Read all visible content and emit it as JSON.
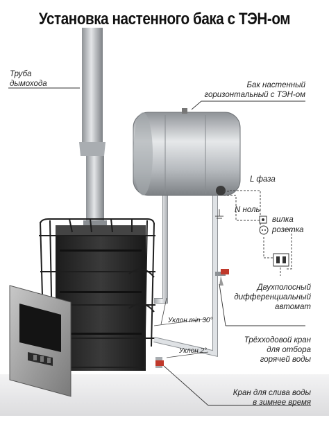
{
  "title": "Установка настенного бака с ТЭН-ом",
  "labels": {
    "chimney": "Труба\nдымохода",
    "tank": "Бак настенный\nгоризонтальный с ТЭН-ом",
    "l_phase": "L фаза",
    "n_neutral": "N ноль",
    "plug": "вилка",
    "socket": "розетка",
    "breaker": "Двухполосный\nдифференциальный\nавтомат",
    "slope_30": "Уклон min 30°",
    "slope_2": "Уклон 2°",
    "three_way_valve": "Трёхходовой кран\nдля отбора\nгорячей воды",
    "drain_valve": "Кран для слива воды\nв зимнее время"
  },
  "colors": {
    "stove_body": "#2a2a2a",
    "stove_door": "#9a9a9a",
    "chimney": "#b8bcc0",
    "tank": "#c9cdd1",
    "pipe": "#d5d8dc",
    "valve_red": "#c0392b",
    "floor": "#e9e9ea"
  }
}
